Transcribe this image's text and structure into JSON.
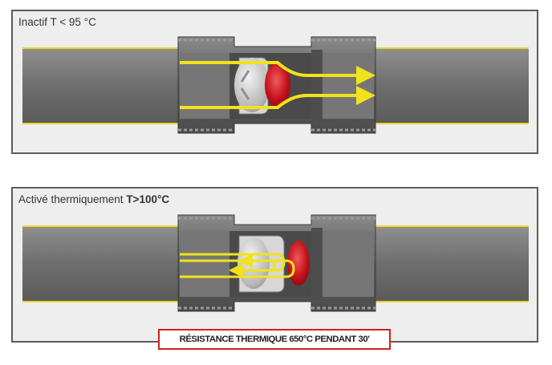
{
  "panels": [
    {
      "title_prefix": "Inactif T < 95 °C",
      "title_bold": "",
      "state": "inactive"
    },
    {
      "title_prefix": "Activé thermiquement ",
      "title_bold": "T>100°C",
      "state": "active"
    }
  ],
  "badge": {
    "text": "RÉSISTANCE THERMIQUE 650°C PENDANT 30'"
  },
  "colors": {
    "pipe": "#757575",
    "fitting": "#6a6a6a",
    "flow_arrow": "#f2e21c",
    "valve_seal": "#c4121c",
    "badge_border": "#d21f1f",
    "panel_border": "#5c5c5c"
  }
}
